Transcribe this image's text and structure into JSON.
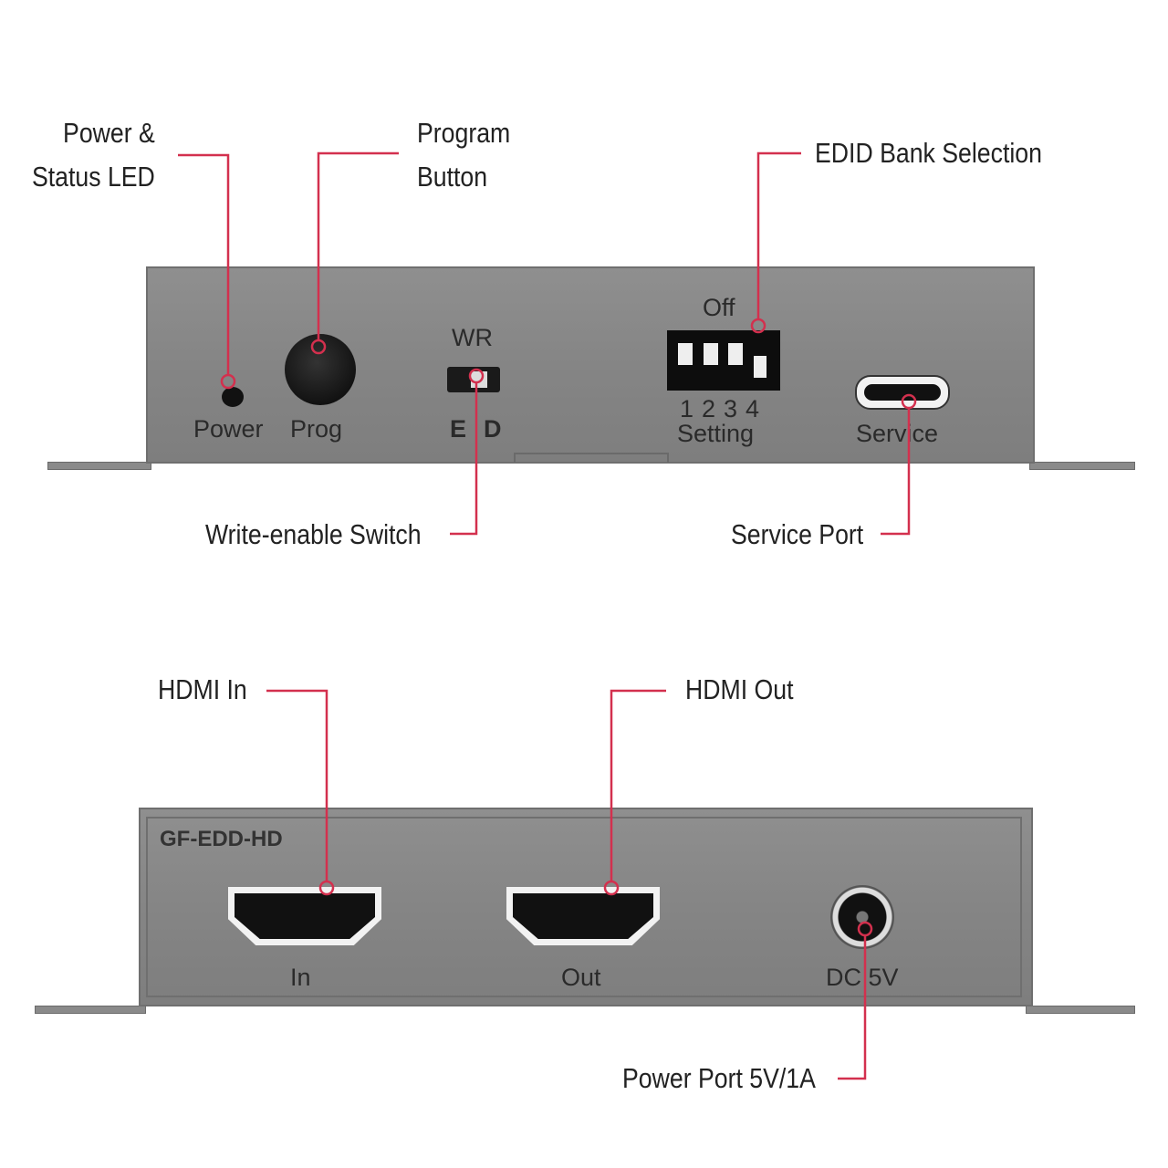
{
  "callouts": {
    "power_led": [
      "Power &",
      "Status LED"
    ],
    "program_button": [
      "Program",
      "Button"
    ],
    "edid_bank": "EDID Bank Selection",
    "write_enable": "Write-enable Switch",
    "service_port": "Service Port",
    "hdmi_in": "HDMI In",
    "hdmi_out": "HDMI Out",
    "power_port": "Power Port 5V/1A"
  },
  "front_panel": {
    "power": "Power",
    "prog": "Prog",
    "wr": "WR",
    "e": "E",
    "d": "D",
    "off": "Off",
    "dip_numbers": [
      "1",
      "2",
      "3",
      "4"
    ],
    "setting": "Setting",
    "service": "Service"
  },
  "rear_panel": {
    "model": "GF-EDD-HD",
    "in": "In",
    "out": "Out",
    "dc": "DC 5V"
  },
  "colors": {
    "callout": "#d3304e",
    "panel": "#888888"
  }
}
